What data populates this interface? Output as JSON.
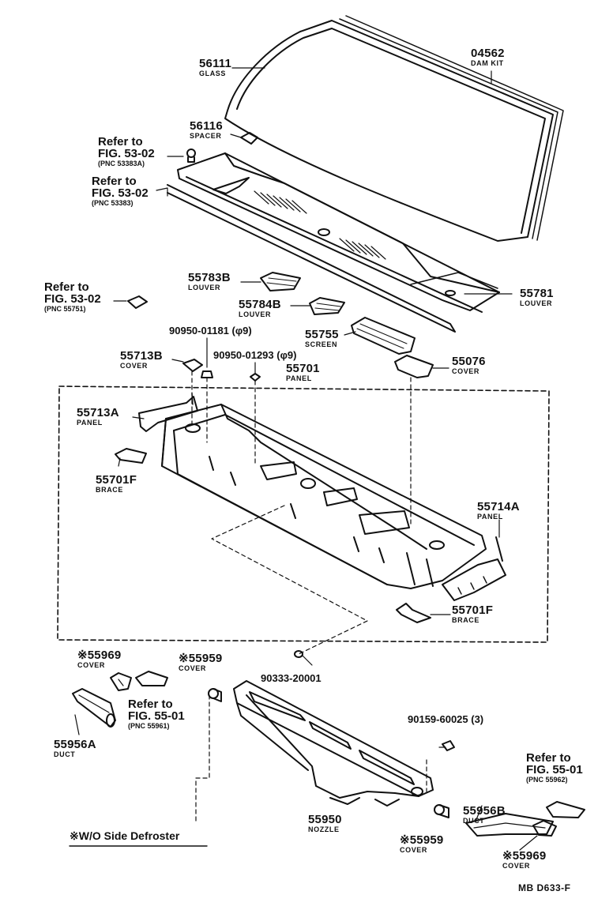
{
  "parts": {
    "glass": {
      "number": "56111",
      "name": "GLASS"
    },
    "dam_kit": {
      "number": "04562",
      "name": "DAM KIT"
    },
    "spacer": {
      "number": "56116",
      "name": "SPACER"
    },
    "louver_783b": {
      "number": "55783B",
      "name": "LOUVER"
    },
    "louver_784b": {
      "number": "55784B",
      "name": "LOUVER"
    },
    "louver_781": {
      "number": "55781",
      "name": "LOUVER"
    },
    "screen": {
      "number": "55755",
      "name": "SCREEN"
    },
    "clip_181": {
      "number": "90950-01181 (φ9)"
    },
    "clip_293": {
      "number": "90950-01293 (φ9)"
    },
    "cover_713b": {
      "number": "55713B",
      "name": "COVER"
    },
    "panel_701": {
      "number": "55701",
      "name": "PANEL"
    },
    "cover_076": {
      "number": "55076",
      "name": "COVER"
    },
    "panel_713a": {
      "number": "55713A",
      "name": "PANEL"
    },
    "brace_left": {
      "number": "55701F",
      "name": "BRACE"
    },
    "panel_714a": {
      "number": "55714A",
      "name": "PANEL"
    },
    "brace_right": {
      "number": "55701F",
      "name": "BRACE"
    },
    "cover_969_left": {
      "number": "※55969",
      "name": "COVER"
    },
    "cover_959_top": {
      "number": "※55959",
      "name": "COVER"
    },
    "grommet": {
      "number": "90333-20001"
    },
    "duct_a": {
      "number": "55956A",
      "name": "DUCT"
    },
    "bolt": {
      "number": "90159-60025 (3)"
    },
    "nozzle": {
      "number": "55950",
      "name": "NOZZLE"
    },
    "cover_959_bottom": {
      "number": "※55959",
      "name": "COVER"
    },
    "duct_b": {
      "number": "55956B",
      "name": "DUCT"
    },
    "cover_969_right": {
      "number": "※55969",
      "name": "COVER"
    }
  },
  "refs": {
    "r1": {
      "line1": "Refer to",
      "line2": "FIG. 53-02",
      "pnc": "(PNC 53383A)"
    },
    "r2": {
      "line1": "Refer to",
      "line2": "FIG. 53-02",
      "pnc": "(PNC 53383)"
    },
    "r3": {
      "line1": "Refer to",
      "line2": "FIG. 53-02",
      "pnc": "(PNC 55751)"
    },
    "r4": {
      "line1": "Refer to",
      "line2": "FIG. 55-01",
      "pnc": "(PNC 55961)"
    },
    "r5": {
      "line1": "Refer to",
      "line2": "FIG. 55-01",
      "pnc": "(PNC 55962)"
    }
  },
  "footnote": "※W/O Side Defroster",
  "figure_code": "MB  D633-F"
}
